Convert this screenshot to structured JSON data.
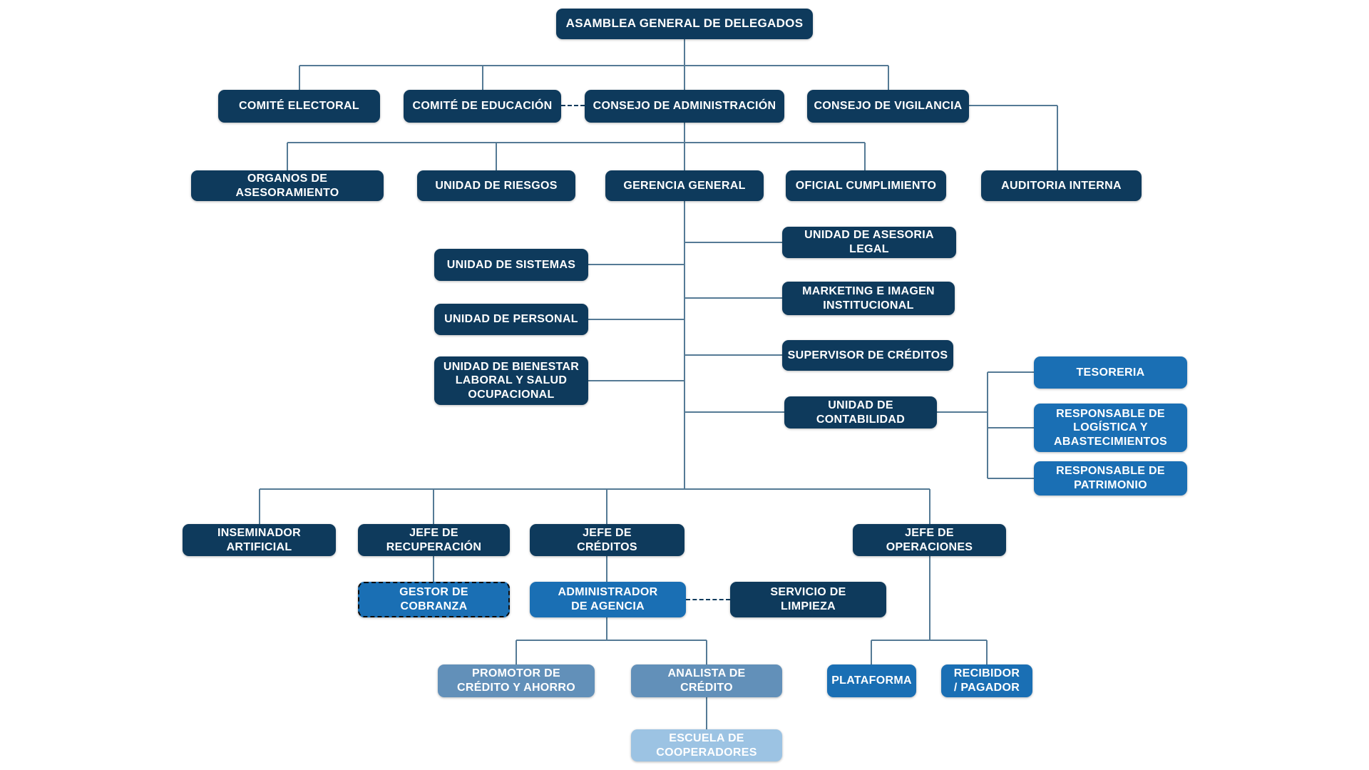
{
  "diagram": {
    "type": "org-chart",
    "title": "ASAMBLEA GENERAL DE DELEGADOS",
    "colors": {
      "dark_navy": "#0e3a5c",
      "medium_blue": "#1a6fb4",
      "steel_blue": "#6290b9",
      "light_blue": "#9cc3e3",
      "connector": "#557a95",
      "dashed_connector": "#0e3a5c",
      "text": "#ffffff",
      "background": "#ffffff"
    },
    "nodes": {
      "asamblea": {
        "label": "ASAMBLEA GENERAL DE DELEGADOS",
        "variant": "dark"
      },
      "comite_electoral": {
        "label": "COMITÉ ELECTORAL",
        "variant": "dark"
      },
      "comite_educacion": {
        "label": "COMITÉ DE EDUCACIÓN",
        "variant": "dark"
      },
      "consejo_admin": {
        "label": "CONSEJO DE ADMINISTRACIÓN",
        "variant": "dark"
      },
      "consejo_vigilancia": {
        "label": "CONSEJO DE VIGILANCIA",
        "variant": "dark"
      },
      "organos": {
        "label": "ORGANOS DE ASESORAMIENTO",
        "variant": "dark"
      },
      "riesgos": {
        "label": "UNIDAD DE RIESGOS",
        "variant": "dark"
      },
      "gerencia": {
        "label": "GERENCIA GENERAL",
        "variant": "dark"
      },
      "oficial": {
        "label": "OFICIAL CUMPLIMIENTO",
        "variant": "dark"
      },
      "auditoria": {
        "label": "AUDITORIA INTERNA",
        "variant": "dark"
      },
      "sistemas": {
        "label": "UNIDAD DE SISTEMAS",
        "variant": "dark"
      },
      "personal": {
        "label": "UNIDAD DE PERSONAL",
        "variant": "dark"
      },
      "bienestar": {
        "label": "UNIDAD DE BIENESTAR\nLABORAL Y SALUD\nOCUPACIONAL",
        "variant": "dark"
      },
      "asesoria_legal": {
        "label": "UNIDAD DE ASESORIA LEGAL",
        "variant": "dark"
      },
      "marketing": {
        "label": "MARKETING E IMAGEN\nINSTITUCIONAL",
        "variant": "dark"
      },
      "supervisor": {
        "label": "SUPERVISOR DE CRÉDITOS",
        "variant": "dark"
      },
      "contabilidad": {
        "label": "UNIDAD DE\nCONTABILIDAD",
        "variant": "dark"
      },
      "tesoreria": {
        "label": "TESORERIA",
        "variant": "medium"
      },
      "logistica": {
        "label": "RESPONSABLE DE\nLOGÍSTICA Y\nABASTECIMIENTOS",
        "variant": "medium"
      },
      "patrimonio": {
        "label": "RESPONSABLE DE\nPATRIMONIO",
        "variant": "medium"
      },
      "inseminador": {
        "label": "INSEMINADOR\nARTIFICIAL",
        "variant": "dark"
      },
      "jefe_recuperacion": {
        "label": "JEFE DE\nRECUPERACIÓN",
        "variant": "dark"
      },
      "jefe_creditos": {
        "label": "JEFE DE\nCRÉDITOS",
        "variant": "dark"
      },
      "jefe_operaciones": {
        "label": "JEFE DE\nOPERACIONES",
        "variant": "dark"
      },
      "gestor": {
        "label": "GESTOR DE\nCOBRANZA",
        "variant": "medium",
        "border": "dashed"
      },
      "administrador": {
        "label": "ADMINISTRADOR\nDE AGENCIA",
        "variant": "medium"
      },
      "servicio": {
        "label": "SERVICIO DE\nLIMPIEZA",
        "variant": "dark"
      },
      "promotor": {
        "label": "PROMOTOR DE\nCRÉDITO Y AHORRO",
        "variant": "steel"
      },
      "analista": {
        "label": "ANALISTA DE\nCRÉDITO",
        "variant": "steel"
      },
      "plataforma": {
        "label": "PLATAFORMA",
        "variant": "medium"
      },
      "recibidor": {
        "label": "RECIBIDOR\n/ PAGADOR",
        "variant": "medium"
      },
      "escuela": {
        "label": "ESCUELA DE\nCOOPERADORES",
        "variant": "light"
      }
    },
    "edges": [
      {
        "from": "asamblea",
        "to": "comite_electoral",
        "style": "solid"
      },
      {
        "from": "asamblea",
        "to": "comite_educacion",
        "style": "solid"
      },
      {
        "from": "asamblea",
        "to": "consejo_admin",
        "style": "solid"
      },
      {
        "from": "asamblea",
        "to": "consejo_vigilancia",
        "style": "solid"
      },
      {
        "from": "comite_educacion",
        "to": "consejo_admin",
        "style": "dashed"
      },
      {
        "from": "consejo_admin",
        "to": "organos",
        "style": "solid"
      },
      {
        "from": "consejo_admin",
        "to": "riesgos",
        "style": "solid"
      },
      {
        "from": "consejo_admin",
        "to": "gerencia",
        "style": "solid"
      },
      {
        "from": "consejo_admin",
        "to": "oficial",
        "style": "solid"
      },
      {
        "from": "consejo_vigilancia",
        "to": "auditoria",
        "style": "solid"
      },
      {
        "from": "gerencia",
        "to": "sistemas",
        "style": "solid"
      },
      {
        "from": "gerencia",
        "to": "personal",
        "style": "solid"
      },
      {
        "from": "gerencia",
        "to": "bienestar",
        "style": "solid"
      },
      {
        "from": "gerencia",
        "to": "asesoria_legal",
        "style": "solid"
      },
      {
        "from": "gerencia",
        "to": "marketing",
        "style": "solid"
      },
      {
        "from": "gerencia",
        "to": "supervisor",
        "style": "solid"
      },
      {
        "from": "gerencia",
        "to": "contabilidad",
        "style": "solid"
      },
      {
        "from": "contabilidad",
        "to": "tesoreria",
        "style": "solid"
      },
      {
        "from": "contabilidad",
        "to": "logistica",
        "style": "solid"
      },
      {
        "from": "contabilidad",
        "to": "patrimonio",
        "style": "solid"
      },
      {
        "from": "gerencia",
        "to": "inseminador",
        "style": "solid"
      },
      {
        "from": "gerencia",
        "to": "jefe_recuperacion",
        "style": "solid"
      },
      {
        "from": "gerencia",
        "to": "jefe_creditos",
        "style": "solid"
      },
      {
        "from": "gerencia",
        "to": "jefe_operaciones",
        "style": "solid"
      },
      {
        "from": "jefe_recuperacion",
        "to": "gestor",
        "style": "solid"
      },
      {
        "from": "jefe_creditos",
        "to": "administrador",
        "style": "solid"
      },
      {
        "from": "administrador",
        "to": "servicio",
        "style": "dashed"
      },
      {
        "from": "administrador",
        "to": "promotor",
        "style": "solid"
      },
      {
        "from": "administrador",
        "to": "analista",
        "style": "solid"
      },
      {
        "from": "analista",
        "to": "escuela",
        "style": "solid"
      },
      {
        "from": "jefe_operaciones",
        "to": "plataforma",
        "style": "solid"
      },
      {
        "from": "jefe_operaciones",
        "to": "recibidor",
        "style": "solid"
      }
    ]
  }
}
